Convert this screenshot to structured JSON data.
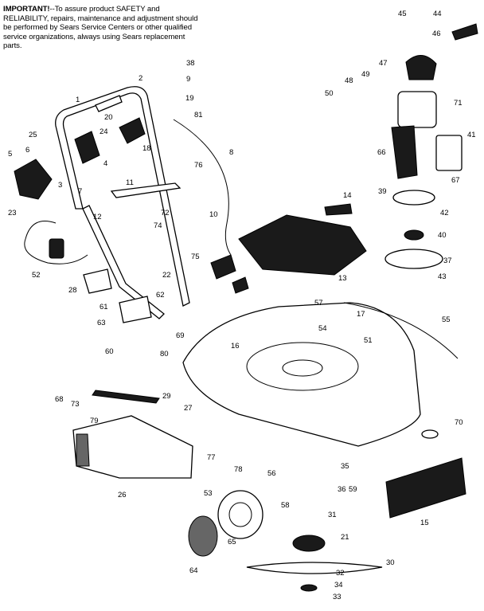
{
  "notice": {
    "lead": "IMPORTANT!",
    "text": "--To assure product SAFETY and RELIABILITY, repairs, maintenance and adjustment should be performed by Sears Service Centers or other qualified service organizations, always using Sears replacement parts."
  },
  "colors": {
    "ink": "#000000",
    "paper": "#ffffff"
  },
  "labels": [
    "1",
    "2",
    "3",
    "4",
    "5",
    "6",
    "7",
    "8",
    "9",
    "10",
    "11",
    "12",
    "13",
    "14",
    "15",
    "16",
    "17",
    "18",
    "19",
    "20",
    "21",
    "22",
    "23",
    "24",
    "25",
    "26",
    "27",
    "28",
    "29",
    "30",
    "31",
    "32",
    "33",
    "34",
    "35",
    "36",
    "37",
    "38",
    "39",
    "40",
    "41",
    "42",
    "43",
    "44",
    "45",
    "46",
    "47",
    "48",
    "49",
    "50",
    "51",
    "52",
    "53",
    "54",
    "55",
    "56",
    "57",
    "58",
    "59",
    "60",
    "61",
    "62",
    "63",
    "64",
    "65",
    "66",
    "67",
    "68",
    "69",
    "70",
    "71",
    "72",
    "73",
    "74",
    "75",
    "76",
    "77",
    "78",
    "79",
    "80",
    "81"
  ]
}
